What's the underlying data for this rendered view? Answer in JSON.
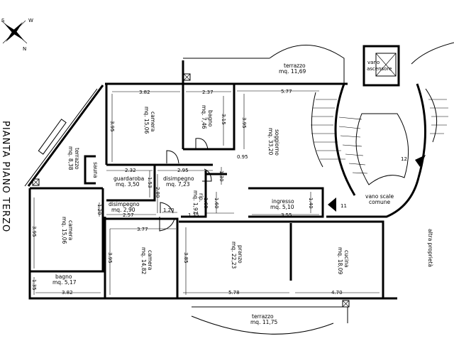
{
  "title": "PIANTA PIANO TERZO",
  "compass": {
    "n": "N",
    "s": "S",
    "w": "W"
  },
  "rooms": [
    {
      "name": "terrazzo",
      "area": "mq. 11,69"
    },
    {
      "name": "camera",
      "area": "mq. 15,06"
    },
    {
      "name": "bagno",
      "area": "mq. 7,46"
    },
    {
      "name": "soggiorno",
      "area": "mq. 33,20"
    },
    {
      "name": "terrazzo",
      "area": "mq. 8,38"
    },
    {
      "name": "sauna",
      "area": ""
    },
    {
      "name": "guardaroba",
      "area": "mq. 3,50"
    },
    {
      "name": "disimpegno",
      "area": "mq. 7,23"
    },
    {
      "name": "disimpegno",
      "area": "mq. 2,90"
    },
    {
      "name": "rip.",
      "area": "mq. 1,91"
    },
    {
      "name": "ingresso",
      "area": "mq. 5,10"
    },
    {
      "name": "camera",
      "area": "mq. 15,06"
    },
    {
      "name": "camera",
      "area": "mq. 14,82"
    },
    {
      "name": "pranzo",
      "area": "mq. 22,23"
    },
    {
      "name": "cucina",
      "area": "mq. 18,09"
    },
    {
      "name": "bagno",
      "area": "mq. 5,17"
    },
    {
      "name": "terrazzo",
      "area": "mq. 11,75"
    }
  ],
  "stairs": {
    "label1": "vano scale",
    "label2": "comune",
    "step_a": "12",
    "step_b": "11"
  },
  "lift": {
    "label1": "vano",
    "label2": "ascensore"
  },
  "neighbor": "altra proprietà",
  "dims": [
    "3.82",
    "2.37",
    "5.77",
    "3.95",
    "3.15",
    "3.95",
    "0.95",
    "2.32",
    "2.95",
    "1.53",
    "1.30",
    "2.80",
    "1.20",
    "1.20",
    "2.57",
    "1.60",
    "1.60",
    "1.35",
    "1.40",
    "3.55",
    "3.77",
    "3.95",
    "3.95",
    "3.85",
    "1.35",
    "3.82",
    "5.78",
    "4.70"
  ]
}
